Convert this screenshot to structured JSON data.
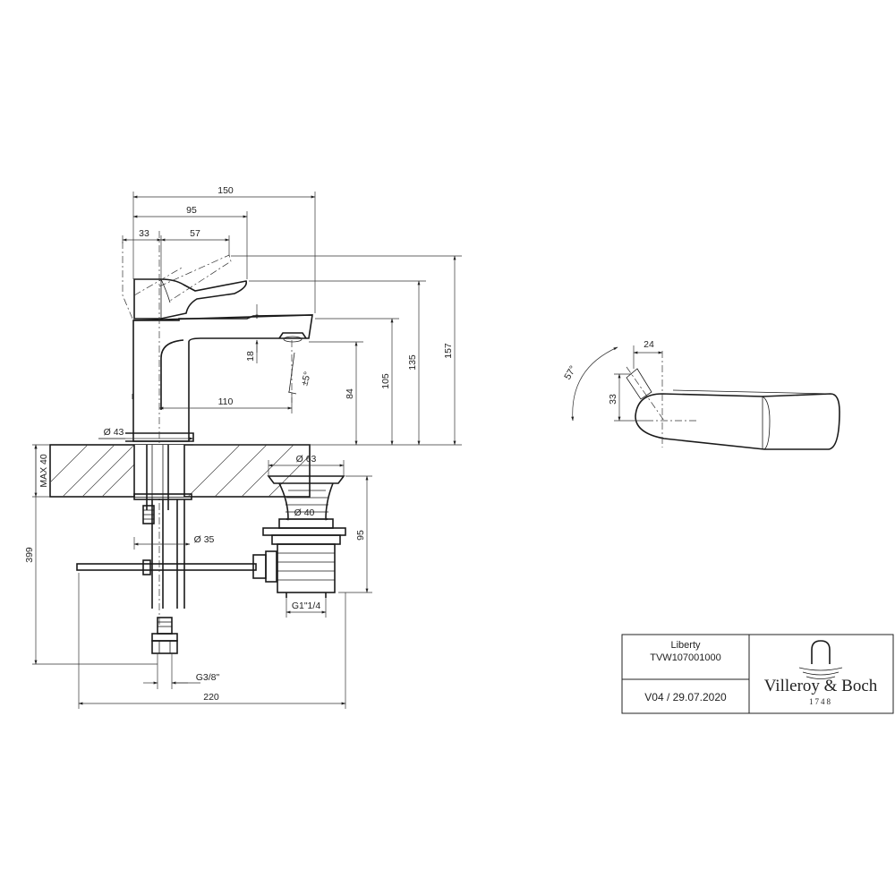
{
  "dimensions": {
    "d150": "150",
    "d95": "95",
    "d33": "33",
    "d57": "57",
    "d18": "18",
    "angle5": "±5°",
    "d110": "110",
    "d84": "84",
    "d105": "105",
    "d135": "135",
    "d157": "157",
    "dia43": "Ø 43",
    "max40": "MAX 40",
    "dia63": "Ø 63",
    "dia40": "Ø 40",
    "d95b": "95",
    "dia35": "Ø 35",
    "d399": "399",
    "g114": "G1\"1/4",
    "g38": "G3/8\"",
    "d220": "220",
    "d24": "24",
    "d33b": "33",
    "angle57": "57°"
  },
  "title_block": {
    "product_name": "Liberty",
    "product_code": "TVW107001000",
    "version_date": "V04 / 29.07.2020",
    "brand_name": "Villeroy & Boch",
    "brand_year": "1748"
  }
}
